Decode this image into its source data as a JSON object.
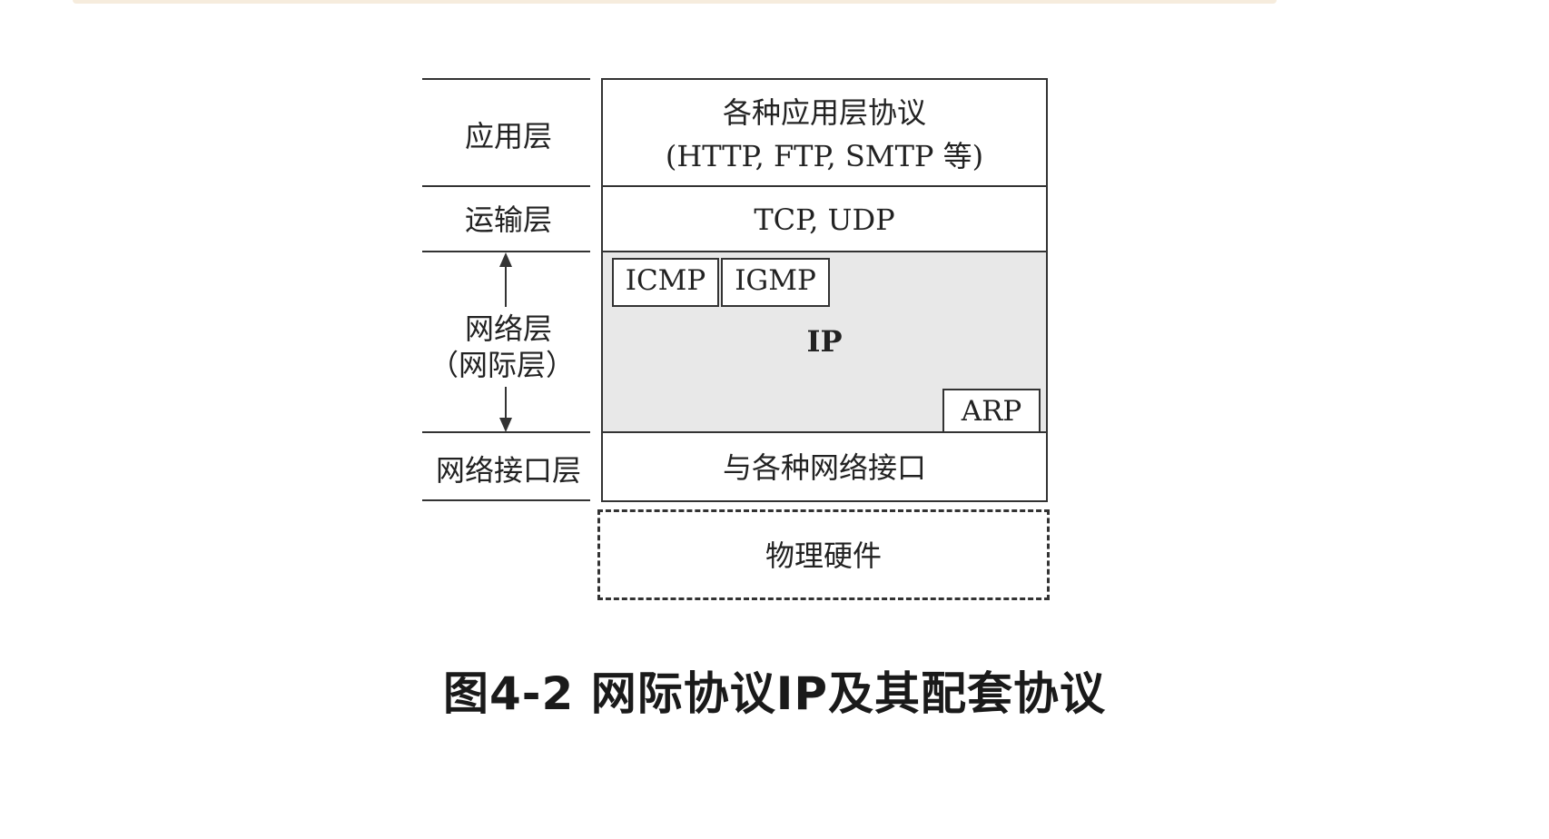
{
  "layers": {
    "application": "应用层",
    "transport": "运输层",
    "network_line1": "网络层",
    "network_line2": "（网际层）",
    "interface": "网络接口层"
  },
  "stack": {
    "app_line1": "各种应用层协议",
    "app_line2": "(HTTP, FTP, SMTP 等)",
    "transport": "TCP, UDP",
    "icmp": "ICMP",
    "igmp": "IGMP",
    "ip": "IP",
    "arp": "ARP",
    "interface": "与各种网络接口",
    "physical": "物理硬件"
  },
  "caption": "图4-2 网际协议IP及其配套协议"
}
